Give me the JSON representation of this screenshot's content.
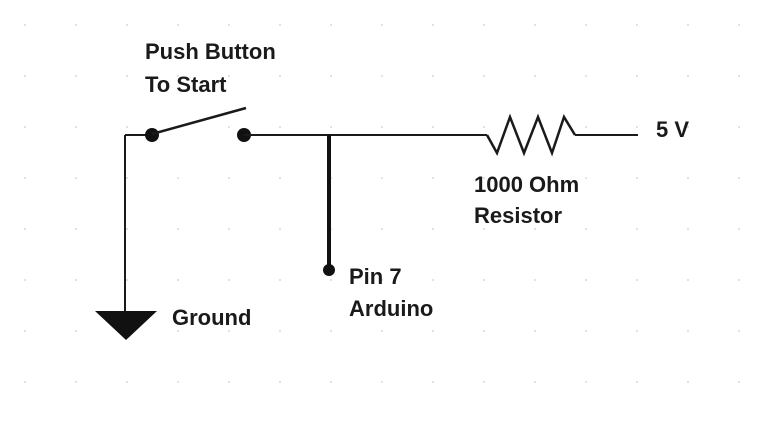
{
  "labels": {
    "switch": [
      "Push Button",
      "To Start"
    ],
    "supply": "5 V",
    "resistor": [
      "1000 Ohm",
      "Resistor"
    ],
    "pin": [
      "Pin 7",
      "Arduino"
    ],
    "ground": "Ground"
  },
  "colors": {
    "background": "#ffffff",
    "grid_dot": "#d9d9d9",
    "wire": "#1a1a1a"
  }
}
